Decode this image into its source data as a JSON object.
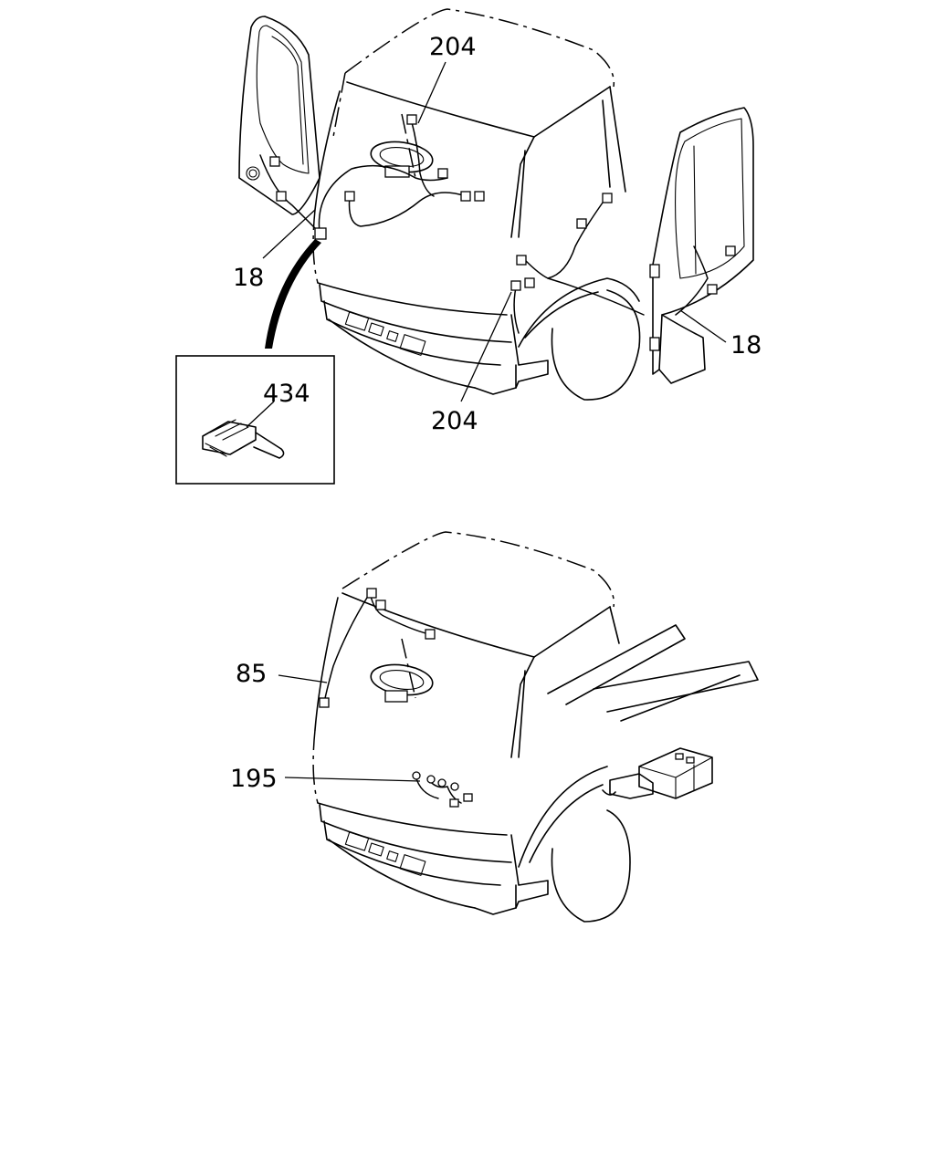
{
  "callouts": {
    "top_wire_upper": "204",
    "top_harness_left": "18",
    "top_harness_right": "18",
    "top_wire_lower": "204",
    "inset_connector": "434",
    "bottom_roof_harness": "85",
    "bottom_dash_harness": "195"
  }
}
